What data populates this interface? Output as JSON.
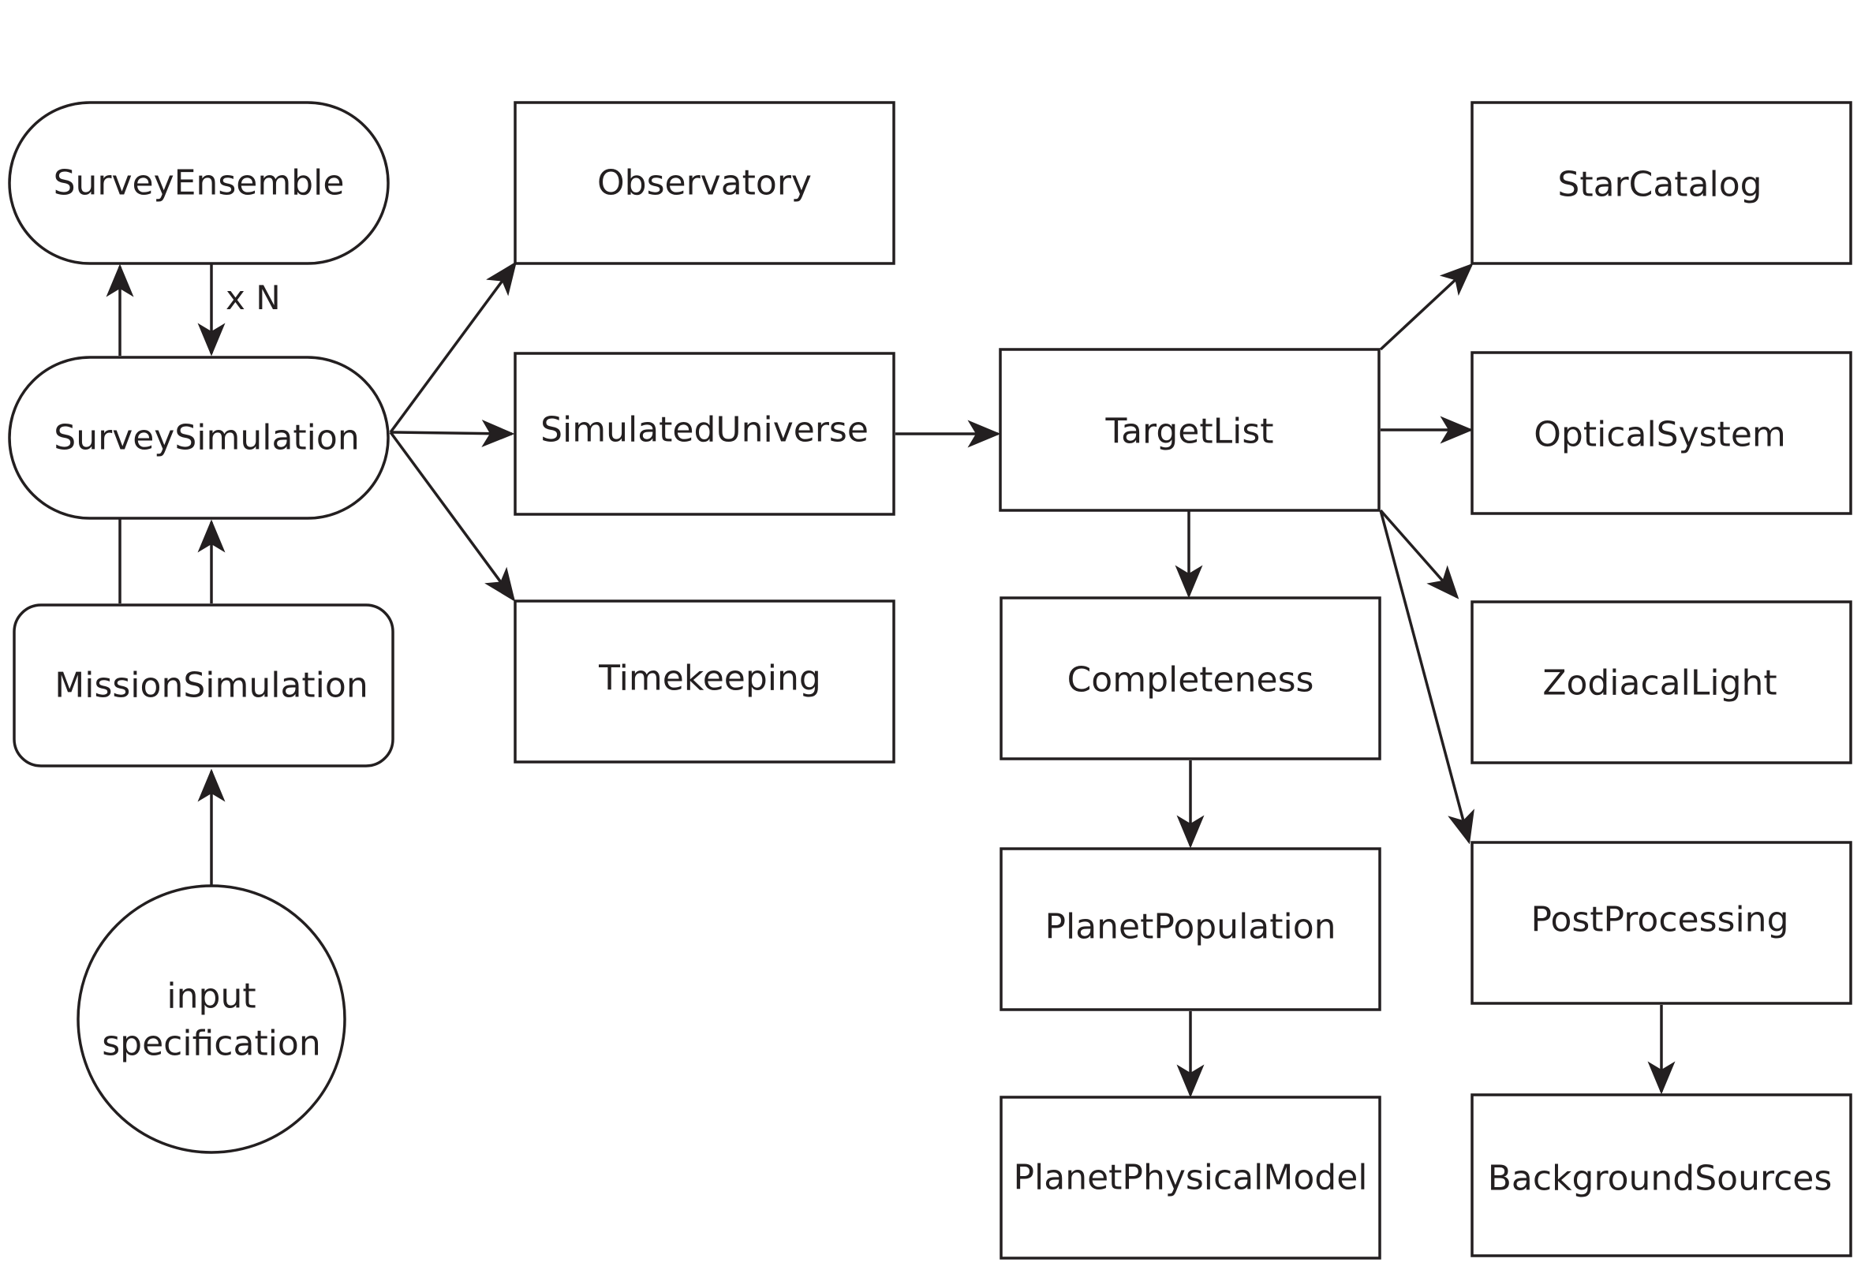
{
  "colors": {
    "stroke": "#231f20",
    "fill": "#ffffff",
    "text": "#231f20"
  },
  "nodes": {
    "survey_ensemble": "SurveyEnsemble",
    "survey_simulation": "SurveySimulation",
    "mission_simulation": "MissionSimulation",
    "input_specification_line1": "input",
    "input_specification_line2": "specification",
    "observatory": "Observatory",
    "simulated_universe": "SimulatedUniverse",
    "timekeeping": "Timekeeping",
    "target_list": "TargetList",
    "completeness": "Completeness",
    "planet_population": "PlanetPopulation",
    "planet_physical_model": "PlanetPhysicalModel",
    "star_catalog": "StarCatalog",
    "optical_system": "OpticalSystem",
    "zodiacal_light": "ZodiacalLight",
    "post_processing": "PostProcessing",
    "background_sources": "BackgroundSources"
  },
  "edge_labels": {
    "ensemble_multiplier": "x N"
  }
}
